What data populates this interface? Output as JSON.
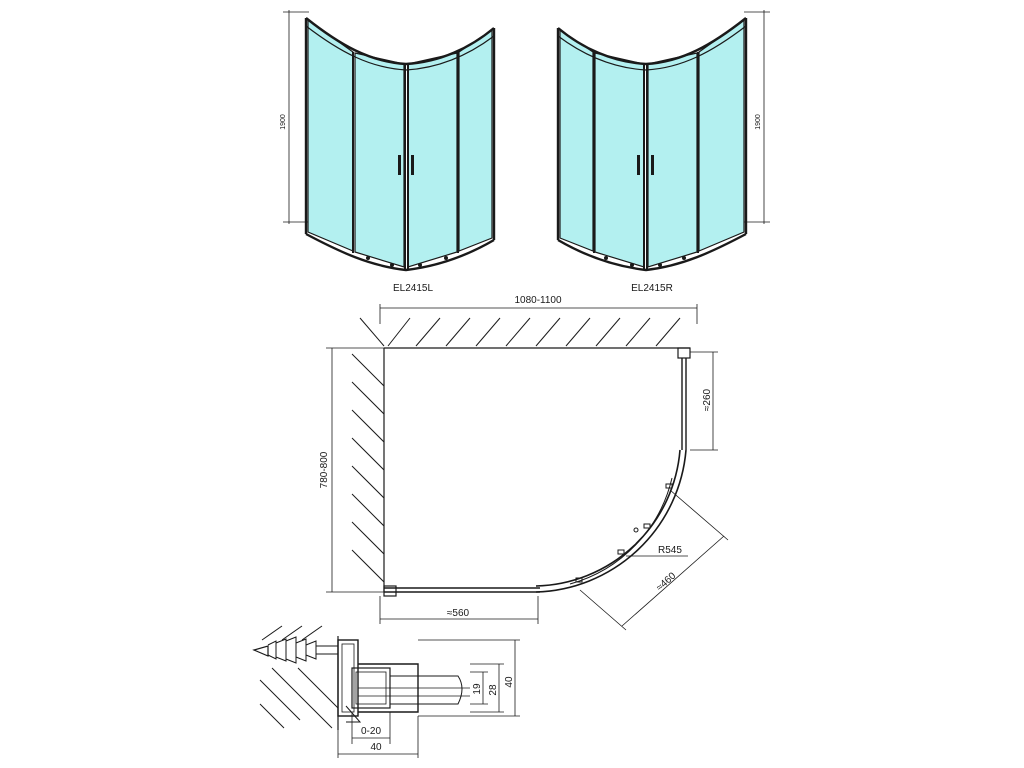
{
  "views": {
    "left_model": "EL2415L",
    "right_model": "EL2415R",
    "left_height": "1900",
    "right_height": "1900"
  },
  "plan": {
    "width_range": "1080-1100",
    "depth_range": "780-800",
    "side_panel": "≈260",
    "front_panel": "≈560",
    "radius": "R545",
    "door": "≈460"
  },
  "profile": {
    "adjust": "0-20",
    "base": "40",
    "h40": "40",
    "h28": "28",
    "h19": "19"
  },
  "colors": {
    "glass": "#b3f0f0",
    "line": "#1a1a1a",
    "background": "#ffffff"
  }
}
